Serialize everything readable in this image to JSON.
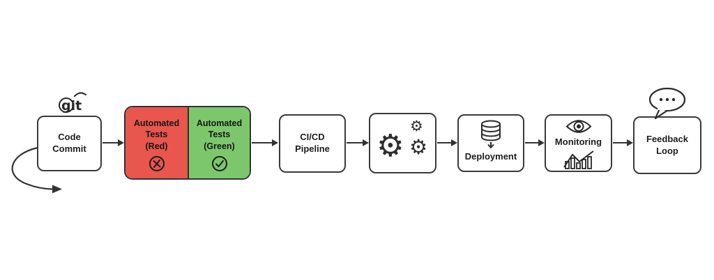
{
  "diagram": {
    "type": "flowchart",
    "direction": "left-to-right",
    "background": "#ffffff"
  },
  "colors": {
    "box_border": "#3a3a3a",
    "arrow": "#333333",
    "tests_red_bg": "#e8564e",
    "tests_green_bg": "#7cc76c",
    "text": "#1d1d1d"
  },
  "glyphs": {
    "gear": "⚙"
  },
  "nodes": {
    "git_badge": {
      "label": "git",
      "icon": "git-logo-icon"
    },
    "code_commit": {
      "label": "Code\nCommit"
    },
    "tests_red": {
      "label": "Automated\nTests\n(Red)",
      "icon": "x-circle-icon",
      "color": "#e8564e"
    },
    "tests_green": {
      "label": "Automated\nTests\n(Green)",
      "icon": "check-circle-icon",
      "color": "#7cc76c"
    },
    "cicd_pipeline": {
      "label": "CI/CD\nPipeline"
    },
    "build_gears": {
      "label": "",
      "icon": "gears-icon"
    },
    "deployment": {
      "label": "Deployment",
      "icon": "database-icon"
    },
    "monitoring": {
      "label": "Monitoring",
      "icons": [
        "eye-icon",
        "chart-icon"
      ]
    },
    "feedback_loop": {
      "label": "Feedback\nLoop",
      "icon": "speech-bubble-icon"
    }
  },
  "edges": [
    {
      "from": "code_commit",
      "to": "tests"
    },
    {
      "from": "tests",
      "to": "cicd_pipeline"
    },
    {
      "from": "cicd_pipeline",
      "to": "build_gears"
    },
    {
      "from": "build_gears",
      "to": "deployment"
    },
    {
      "from": "deployment",
      "to": "monitoring"
    },
    {
      "from": "monitoring",
      "to": "feedback_loop"
    },
    {
      "from": "code_commit",
      "to": "loop-back",
      "style": "curved"
    }
  ]
}
